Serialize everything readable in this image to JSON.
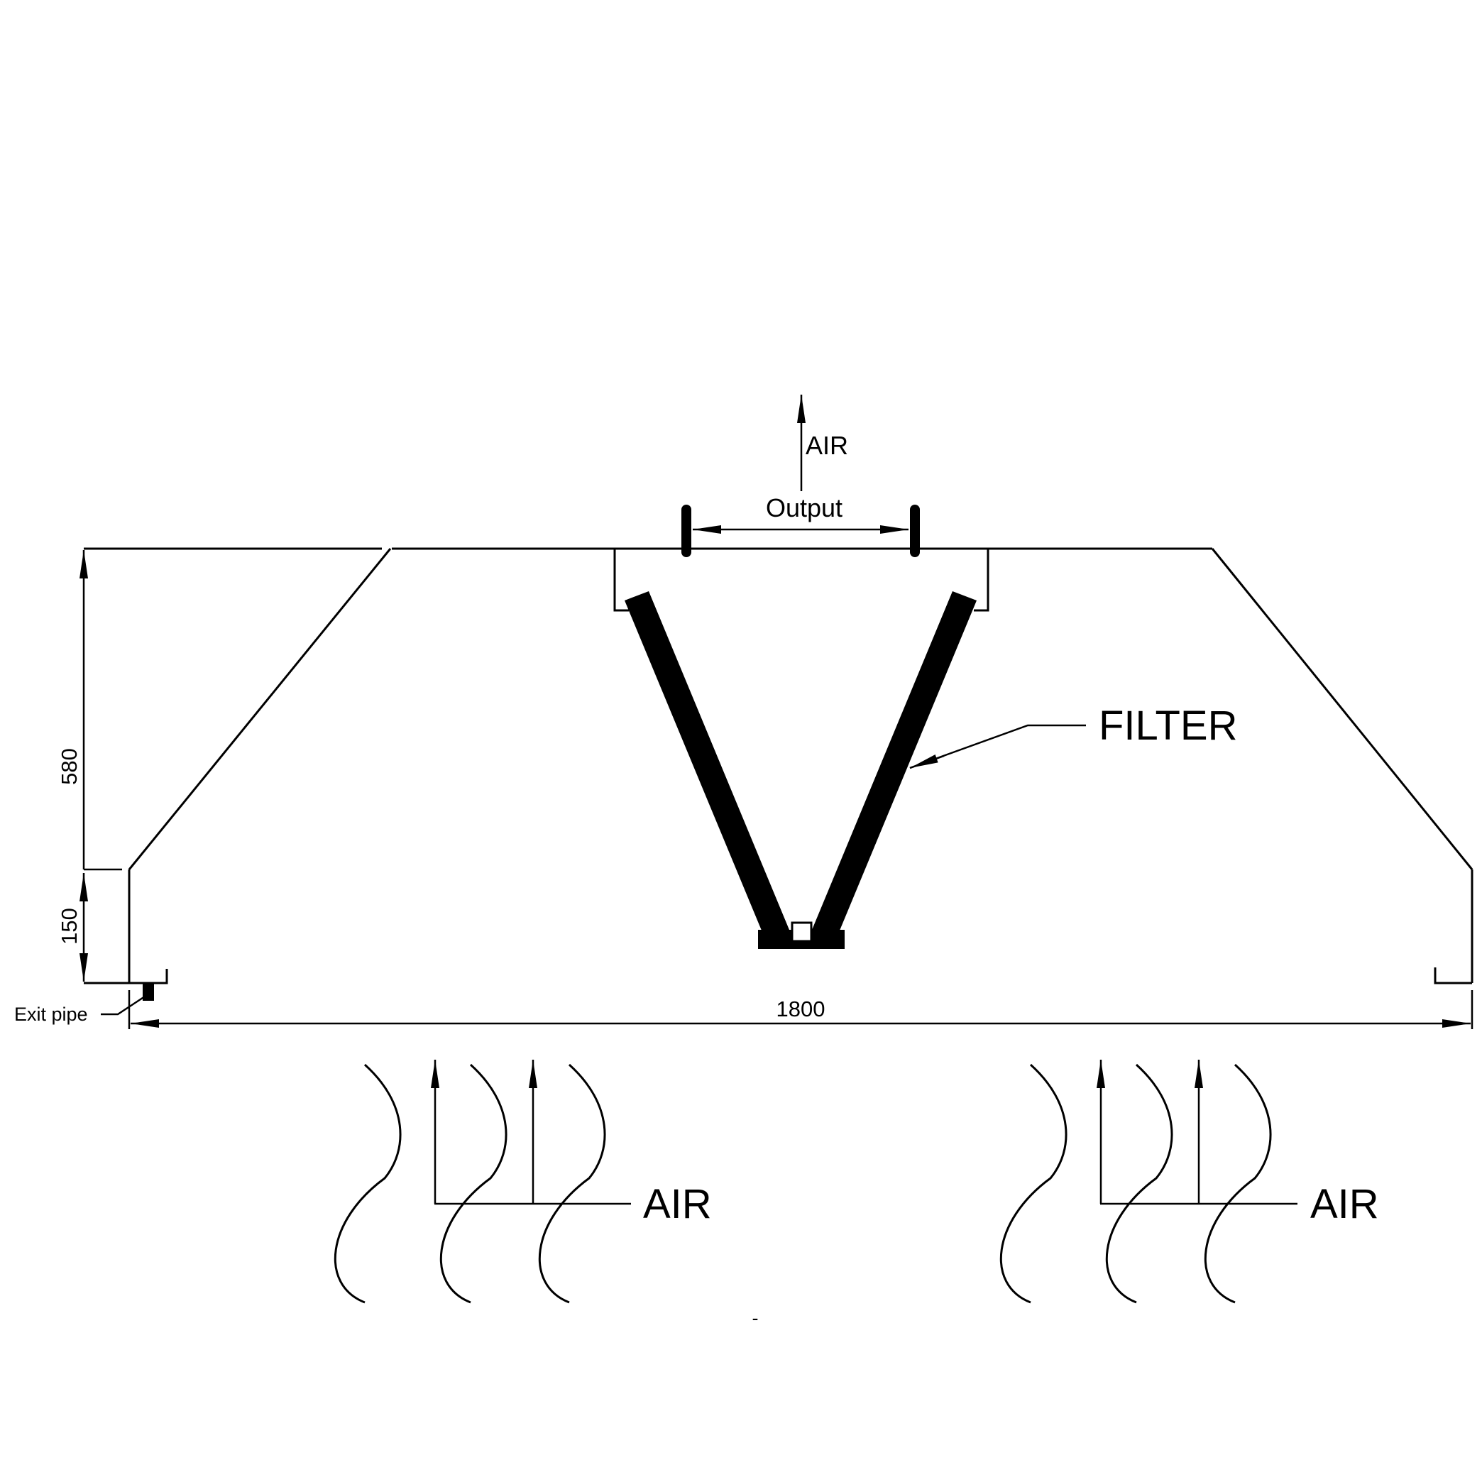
{
  "labels": {
    "air_top": "AIR",
    "output": "Output",
    "filter": "FILTER",
    "exit_pipe": "Exit pipe",
    "air_left": "AIR",
    "air_right": "AIR"
  },
  "dimensions": {
    "height_upper": "580",
    "height_lower": "150",
    "width": "1800"
  },
  "footer_mark": "-"
}
